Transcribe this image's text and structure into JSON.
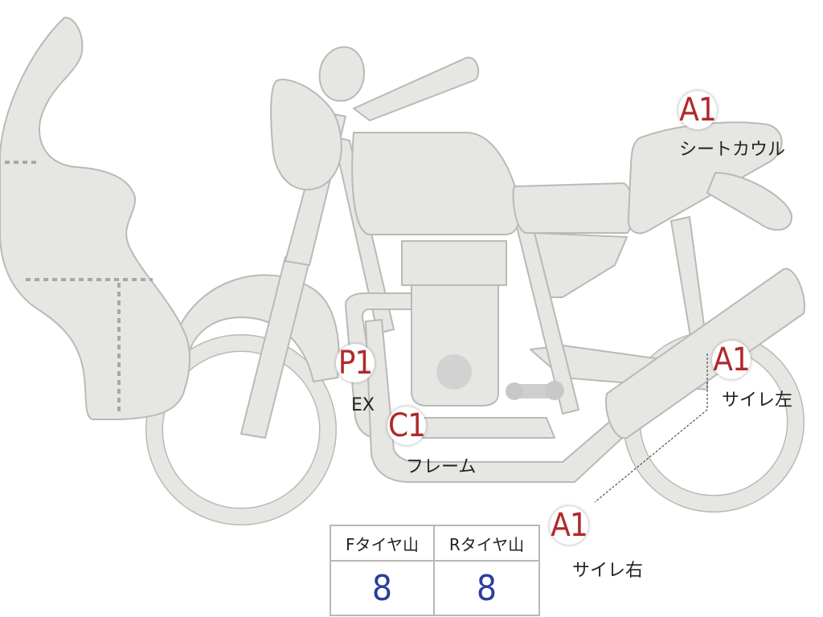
{
  "annotations": [
    {
      "id": "seat-cowl",
      "grade": "A1",
      "label": "シートカウル"
    },
    {
      "id": "exhaust",
      "grade": "P1",
      "label": "EX"
    },
    {
      "id": "frame",
      "grade": "C1",
      "label": "フレーム"
    },
    {
      "id": "silencer-left",
      "grade": "A1",
      "label": "サイレ左"
    },
    {
      "id": "silencer-right",
      "grade": "A1",
      "label": "サイレ右"
    }
  ],
  "tire_table": {
    "headers": [
      "Fタイヤ山",
      "Rタイヤ山"
    ],
    "values": [
      "8",
      "8"
    ]
  },
  "colors": {
    "body_fill": "#e6e6e3",
    "body_stroke": "#b9b9b9",
    "grade_red": "#b02a2a",
    "value_blue": "#2a3f9a"
  }
}
